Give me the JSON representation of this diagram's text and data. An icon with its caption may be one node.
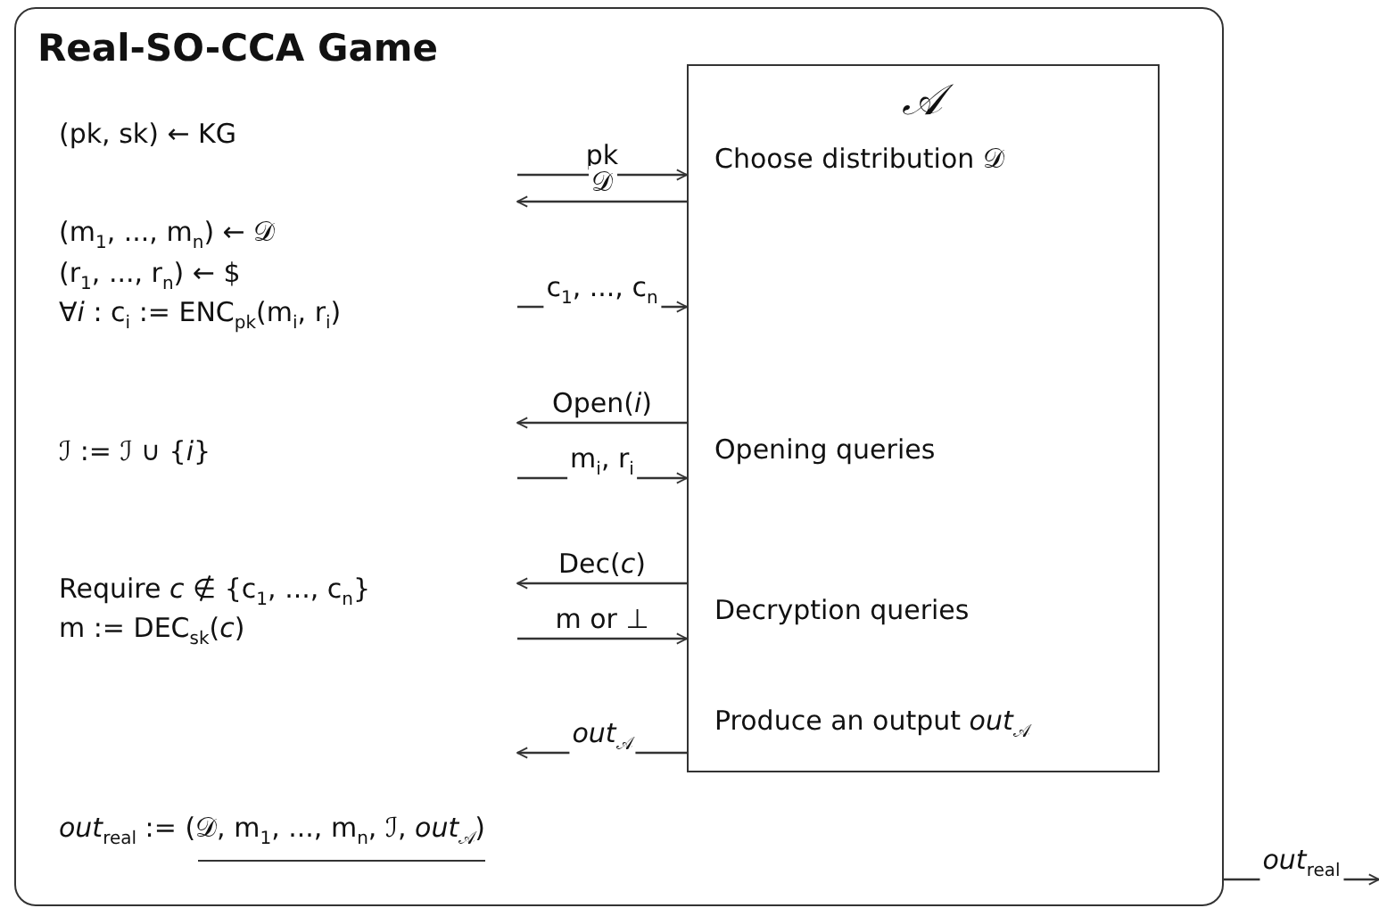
{
  "diagram": {
    "nodes": [
      {
        "text": [
          "Real-SO-CCA Game",
          "(pk, sk) ← KG",
          "(m$_{1}$, ..., m$_{n}$) ← 𝒟",
          "(r$_{1}$, ..., r$_{n}$) ← $",
          "∀*i* : c$_{i}$ := ENC$_{pk}$(m$_{i}$, r$_{i}$)",
          "ℐ := ℐ ∪ {*i*}",
          "Require *c* ∉ {c$_{1}$, ..., c$_{n}$}",
          "m := DEC$_{sk}$(*c*)",
          "*out*$_{real}$ := (𝒟, m$_{1}$, ..., m$_{n}$, ℐ, *out*$_{𝒜}$)"
        ]
      },
      {
        "text": [
          "𝒜",
          "Choose distribution 𝒟",
          "Opening queries",
          "Decryption queries",
          "Produce an output *out*$_{𝒜}$"
        ],
        "in": 0
      }
    ],
    "edges": [
      {
        "from": null,
        "to": 1,
        "arrow": "to",
        "label": "pk"
      },
      {
        "from": 1,
        "to": null,
        "arrow": "to",
        "label": "𝒟"
      },
      {
        "from": null,
        "to": 1,
        "arrow": "to",
        "label": "c$_{1}$, ..., c$_{n}$"
      },
      {
        "from": 1,
        "to": null,
        "arrow": "to",
        "label": "Open(*i*)"
      },
      {
        "from": null,
        "to": 1,
        "arrow": "to",
        "label": "m$_{i}$, r$_{i}$"
      },
      {
        "from": 1,
        "to": null,
        "arrow": "to",
        "label": "Dec(*c*)"
      },
      {
        "from": null,
        "to": 1,
        "arrow": "to",
        "label": "m or ⊥"
      },
      {
        "from": 1,
        "to": null,
        "arrow": "to",
        "label": "*out*$_{𝒜}$"
      },
      {
        "from": 0,
        "to": null,
        "arrow": "to",
        "label": "*out*$_{real}$"
      }
    ]
  }
}
